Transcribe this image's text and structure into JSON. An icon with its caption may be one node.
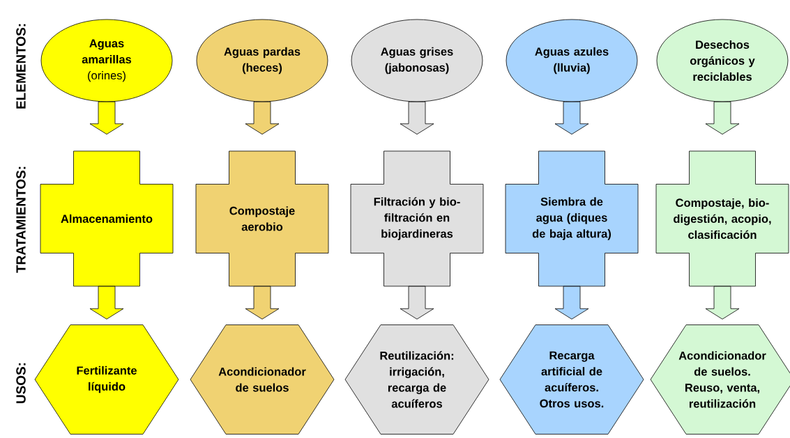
{
  "diagram": {
    "nodes": [
      {
        "text": [
          "**Aguas amarillas** (orines)"
        ]
      },
      {
        "text": [
          "Aguas pardas (heces)"
        ]
      },
      {
        "text": [
          "Aguas grises (jabonosas)"
        ]
      },
      {
        "text": [
          "Aguas azules (lluvia)"
        ]
      },
      {
        "text": [
          "Desechos orgánicos y reciclables"
        ]
      },
      {
        "text": [
          "Almacenamiento"
        ]
      },
      {
        "text": [
          "Compostaje aerobio"
        ]
      },
      {
        "text": [
          "Filtración y bio-filtración en biojardineras"
        ]
      },
      {
        "text": [
          "Siembra de agua (diques de baja altura)"
        ]
      },
      {
        "text": [
          "Compostaje, bio-digestión, acopio, clasificación"
        ]
      },
      {
        "text": [
          "Fertilizante líquido"
        ]
      },
      {
        "text": [
          "Acondicionador de suelos"
        ]
      },
      {
        "text": [
          "Reutilización: irrigación, recarga de acuíferos"
        ]
      },
      {
        "text": [
          "Recarga artificial de acuíferos. Otros usos."
        ]
      },
      {
        "text": [
          "Acondicionador de suelos. Reuso, venta, reutilización"
        ]
      }
    ],
    "edges": [
      {
        "from": 0,
        "to": 5,
        "arrow": "to"
      },
      {
        "from": 1,
        "to": 6,
        "arrow": "to"
      },
      {
        "from": 2,
        "to": 7,
        "arrow": "to"
      },
      {
        "from": 3,
        "to": 8,
        "arrow": "to"
      },
      {
        "from": 4,
        "to": 9,
        "arrow": "to"
      },
      {
        "from": 5,
        "to": 10,
        "arrow": "to"
      },
      {
        "from": 6,
        "to": 11,
        "arrow": "to"
      },
      {
        "from": 7,
        "to": 12,
        "arrow": "to"
      },
      {
        "from": 8,
        "to": 13,
        "arrow": "to"
      },
      {
        "from": 9,
        "to": 14,
        "arrow": "to"
      }
    ],
    "labels": [
      "ELEMENTOS:",
      "TRATAMIENTOS:",
      "USOS:"
    ]
  }
}
